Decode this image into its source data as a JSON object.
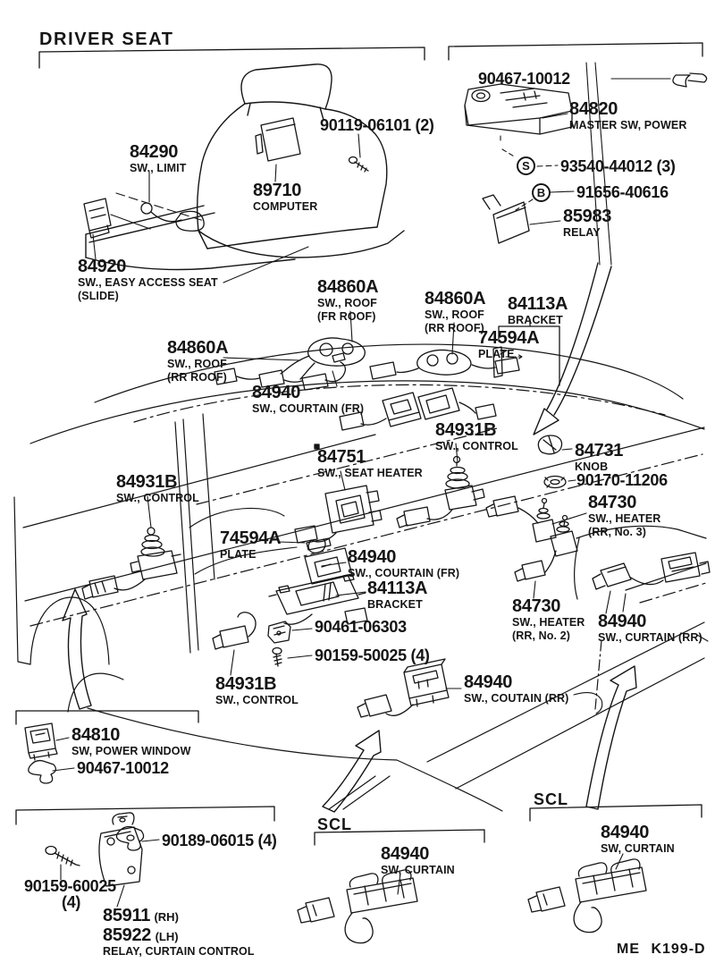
{
  "page": {
    "title": "DRIVER SEAT",
    "footer_code": "ME K199-D"
  },
  "colors": {
    "ink": "#151515",
    "paper": "#ffffff"
  },
  "sections": {
    "scl_mid": "SCL",
    "scl_right": "SCL"
  },
  "symbols": {
    "s": "S",
    "b": "B"
  },
  "labels": {
    "sw_limit": {
      "num": "84290",
      "d1": "SW., LIMIT"
    },
    "computer": {
      "num": "89710",
      "d1": "COMPUTER"
    },
    "bolt_90119": {
      "num": "90119-06101 (2)"
    },
    "easy_access": {
      "num": "84920",
      "d1": "SW., EASY ACCESS SEAT",
      "d2": "(SLIDE)"
    },
    "clip_top": {
      "num": "90467-10012"
    },
    "master_sw": {
      "num": "84820",
      "d1": "MASTER SW, POWER"
    },
    "screw_93540": {
      "num": "93540-44012 (3)"
    },
    "bolt_91656": {
      "num": "91656-40616"
    },
    "relay_85983": {
      "num": "85983",
      "d1": "RELAY"
    },
    "roof_fr": {
      "num": "84860A",
      "d1": "SW., ROOF",
      "d2": "(FR ROOF)"
    },
    "roof_rr_top": {
      "num": "84860A",
      "d1": "SW., ROOF",
      "d2": "(RR ROOF)"
    },
    "bracket_top": {
      "num": "84113A",
      "d1": "BRACKET"
    },
    "plate_top": {
      "num": "74594A",
      "d1": "PLATE"
    },
    "roof_rr_left": {
      "num": "84860A",
      "d1": "SW., ROOF",
      "d2": "(RR ROOF)"
    },
    "courtain_fr_top": {
      "num": "84940",
      "d1": "SW., COURTAIN (FR)"
    },
    "control_mid": {
      "num": "84931B",
      "d1": "SW., CONTROL"
    },
    "knob": {
      "num": "84731",
      "d1": "KNOB"
    },
    "nut_90170": {
      "num": "90170-11206"
    },
    "heater_rr3": {
      "num": "84730",
      "d1": "SW., HEATER",
      "d2": "(RR, No. 3)"
    },
    "control_left": {
      "num": "84931B",
      "d1": "SW., CONTROL"
    },
    "seat_heater": {
      "num": "84751",
      "d1": "SW., SEAT HEATER"
    },
    "plate_mid": {
      "num": "74594A",
      "d1": "PLATE"
    },
    "courtain_fr_mid": {
      "num": "84940",
      "d1": "SW., COURTAIN (FR)"
    },
    "bracket_mid": {
      "num": "84113A",
      "d1": "BRACKET"
    },
    "bolt_90461": {
      "num": "90461-06303"
    },
    "screw_50025": {
      "num": "90159-50025 (4)"
    },
    "control_bottom": {
      "num": "84931B",
      "d1": "SW., CONTROL"
    },
    "heater_rr2": {
      "num": "84730",
      "d1": "SW., HEATER",
      "d2": "(RR, No. 2)"
    },
    "curtain_rr": {
      "num": "84940",
      "d1": "SW., CURTAIN (RR)"
    },
    "coutain_rr": {
      "num": "84940",
      "d1": "SW., COUTAIN (RR)"
    },
    "power_window": {
      "num": "84810",
      "d1": "SW, POWER WINDOW"
    },
    "clip_bottom": {
      "num": "90467-10012"
    },
    "bolt_90189": {
      "num": "90189-06015 (4)"
    },
    "screw_60025": {
      "num": "90159-60025",
      "d1": "(4)"
    },
    "relay_curtain": {
      "num1": "85911",
      "tag1": "(RH)",
      "num2": "85922",
      "tag2": "(LH)",
      "caption": "RELAY, CURTAIN CONTROL"
    },
    "curtain_scl_mid": {
      "num": "84940",
      "d1": "SW, CURTAIN"
    },
    "curtain_scl_right": {
      "num": "84940",
      "d1": "SW, CURTAIN"
    }
  }
}
